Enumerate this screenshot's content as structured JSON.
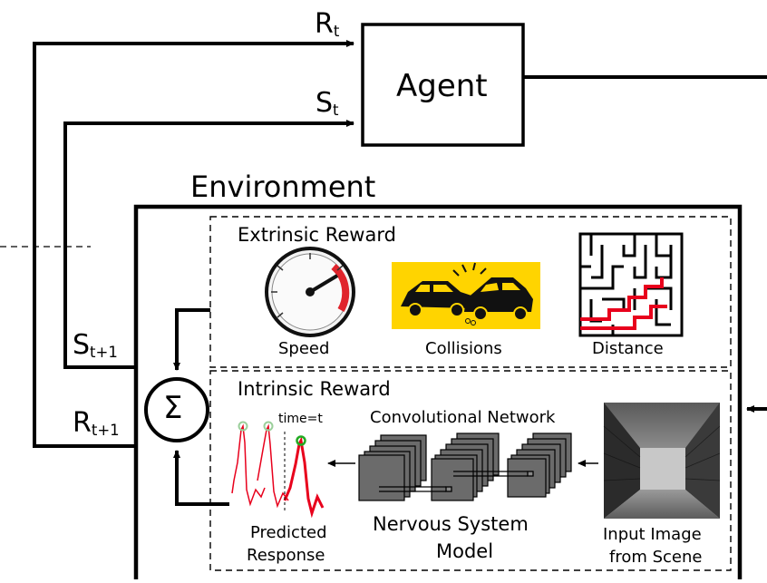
{
  "agent": {
    "label": "Agent"
  },
  "environment": {
    "label": "Environment"
  },
  "signals": {
    "reward_t": {
      "base": "R",
      "sub": "t"
    },
    "state_t": {
      "base": "S",
      "sub": "t"
    },
    "state_t1": {
      "base": "S",
      "sub": "t+1"
    },
    "reward_t1": {
      "base": "R",
      "sub": "t+1"
    }
  },
  "extrinsic": {
    "title": "Extrinsic Reward",
    "items": [
      "Speed",
      "Collisions",
      "Distance"
    ]
  },
  "intrinsic": {
    "title": "Intrinsic Reward",
    "conv_label": "Convolutional Network",
    "time_label": "time=t",
    "predicted_label": [
      "Predicted",
      "Response"
    ],
    "model_label": [
      "Nervous System",
      "Model"
    ],
    "input_label": [
      "Input Image",
      "from Scene"
    ]
  },
  "sum_symbol": "Σ",
  "colors": {
    "line": "#000000",
    "signal": "#e8001c",
    "gauge_red": "#e0242c",
    "collision_bg": "#ffd400",
    "cnn_fill": "#6b6b6b",
    "peak_marker": "#22aa22"
  }
}
